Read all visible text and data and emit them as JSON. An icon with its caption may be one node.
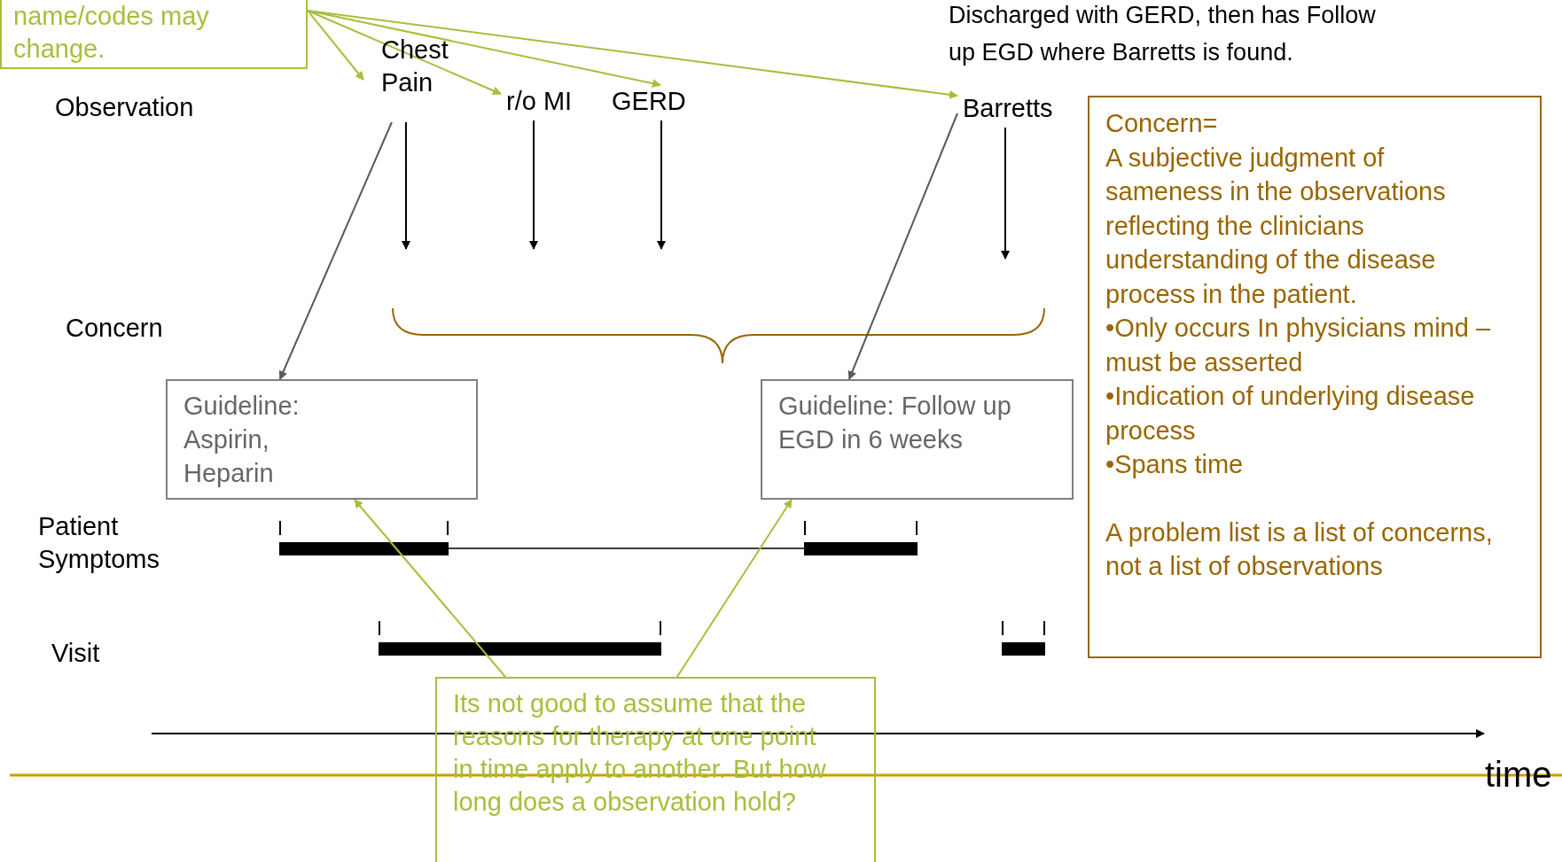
{
  "diagram": {
    "nodes": [
      {
        "text": [
          "name/codes may change."
        ]
      },
      {
        "text": [
          "Chest Pain"
        ]
      },
      {
        "text": [
          "r/o MI"
        ]
      },
      {
        "text": [
          "GERD"
        ]
      },
      {
        "text": [
          "Barretts"
        ]
      },
      {
        "text": [
          "Concern=",
          "A subjective judgment of sameness in the observations reflecting the clinicians understanding of the disease process in the patient.",
          "•Only occurs In physicians mind – must be asserted",
          "•Indication of underlying disease process",
          "•Spans time",
          "A problem list is a list of concerns, not a list of observations"
        ]
      },
      {
        "text": [
          "Guideline: Aspirin, Heparin"
        ]
      },
      {
        "text": [
          "Guideline: Follow up EGD in 6 weeks"
        ]
      },
      {
        "text": [
          "Its not good to assume that the reasons for therapy at one point in time apply to another.  But how long does a observation hold?"
        ]
      }
    ],
    "edges": [
      {
        "from": 0,
        "to": 1,
        "arrow": "to",
        "color": "#a5c03c"
      },
      {
        "from": 0,
        "to": 2,
        "arrow": "to",
        "color": "#a5c03c"
      },
      {
        "from": 0,
        "to": 3,
        "arrow": "to",
        "color": "#a5c03c"
      },
      {
        "from": 0,
        "to": 4,
        "arrow": "to",
        "color": "#a5c03c"
      },
      {
        "from": 1,
        "to": null,
        "arrow": "to",
        "color": "#000000"
      },
      {
        "from": 2,
        "to": null,
        "arrow": "to",
        "color": "#000000"
      },
      {
        "from": 3,
        "to": null,
        "arrow": "to",
        "color": "#000000"
      },
      {
        "from": 4,
        "to": null,
        "arrow": "to",
        "color": "#000000"
      },
      {
        "from": 1,
        "to": 6,
        "arrow": "to",
        "color": "#595959"
      },
      {
        "from": 4,
        "to": 7,
        "arrow": "to",
        "color": "#595959"
      },
      {
        "from": 8,
        "to": 6,
        "arrow": "to",
        "color": "#a5c03c"
      },
      {
        "from": 8,
        "to": 7,
        "arrow": "to",
        "color": "#a5c03c"
      }
    ],
    "labels": [
      "Discharged with GERD, then has Follow up EGD where Barretts is found.",
      "Observation",
      "Concern",
      "Patient Symptoms",
      "Visit",
      "time"
    ]
  }
}
